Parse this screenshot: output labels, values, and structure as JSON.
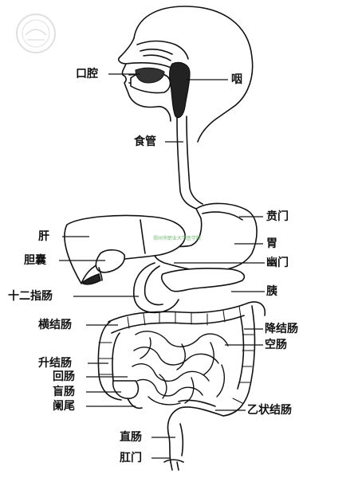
{
  "labels": {
    "mouth": "口腔",
    "pharynx": "咽",
    "esophagus": "食管",
    "cardia": "贲门",
    "liver": "肝",
    "stomach": "胃",
    "gallbladder": "胆囊",
    "pylorus": "幽门",
    "duodenum": "十二指肠",
    "pancreas": "胰",
    "transverse_colon": "横结肠",
    "descending_colon": "降结肠",
    "jejunum": "空肠",
    "ascending_colon": "升结肠",
    "ileum": "回肠",
    "cecum": "盲肠",
    "appendix": "阑尾",
    "sigmoid_colon": "乙状结肠",
    "rectum": "直肠",
    "anus": "肛门"
  },
  "watermark": "郑州市职业大学医学院",
  "colors": {
    "ink": "#111111",
    "fill": "#ffffff",
    "dark": "#222222",
    "watermark": "#6fb86f"
  },
  "icons": {
    "logo": "university-seal-icon"
  }
}
